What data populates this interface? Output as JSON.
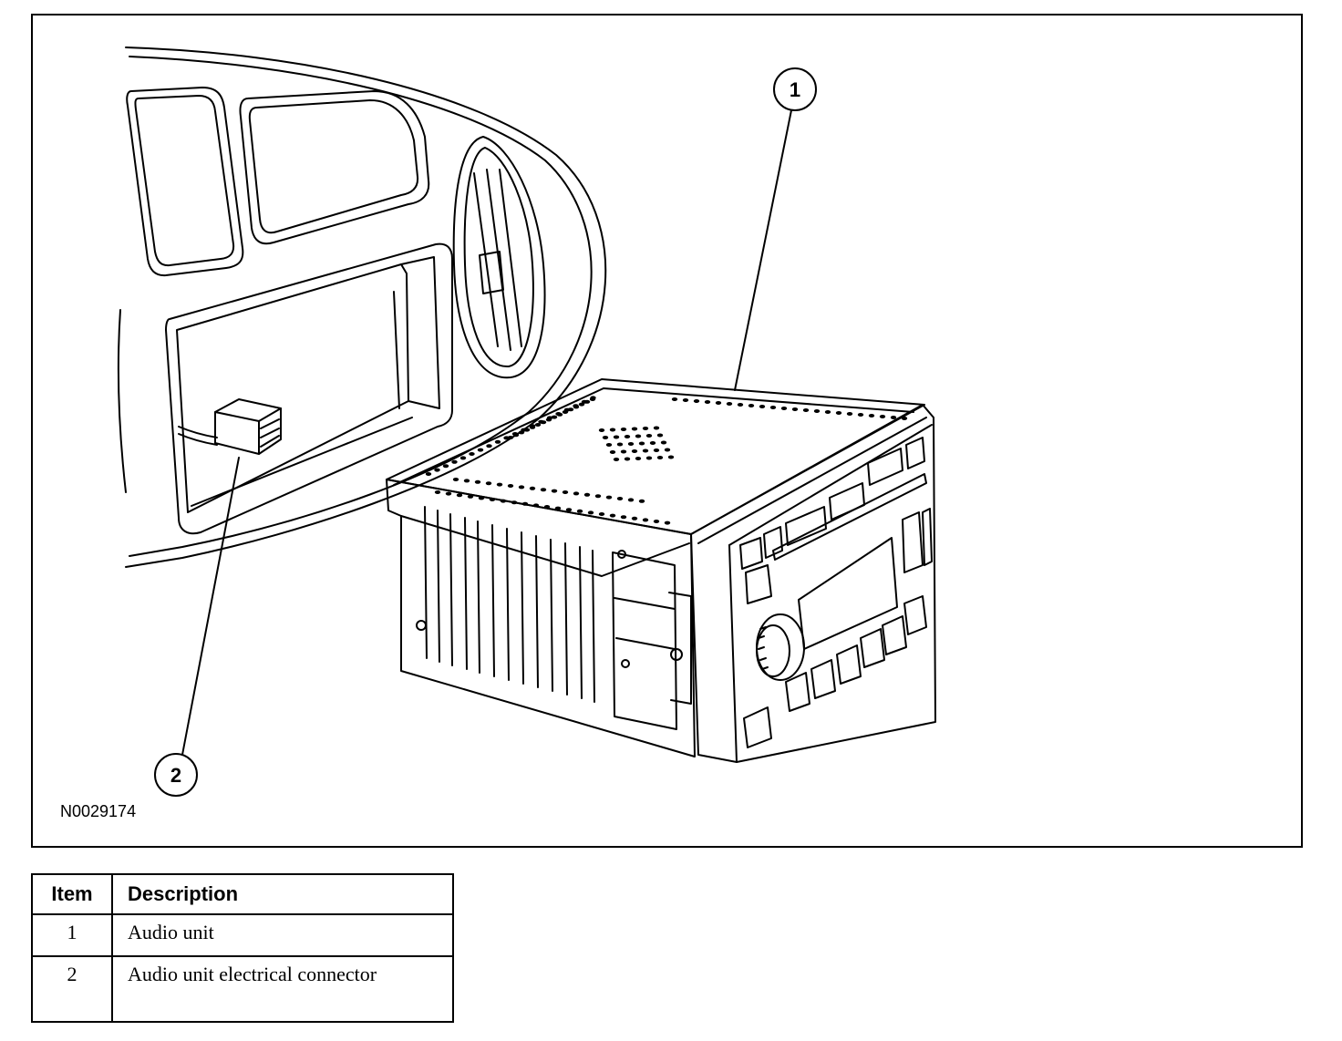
{
  "figure": {
    "id": "N0029174",
    "callouts": [
      "1",
      "2"
    ]
  },
  "legend": {
    "headers": {
      "item": "Item",
      "description": "Description"
    },
    "rows": [
      {
        "item": "1",
        "description": "Audio unit"
      },
      {
        "item": "2",
        "description": "Audio unit electrical connector"
      }
    ]
  }
}
